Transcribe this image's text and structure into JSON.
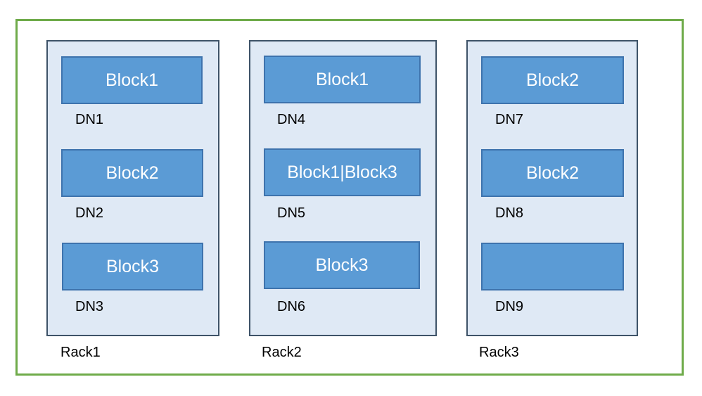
{
  "racks": [
    {
      "label": "Rack1",
      "nodes": [
        {
          "block": "Block1",
          "dn": "DN1"
        },
        {
          "block": "Block2",
          "dn": "DN2"
        },
        {
          "block": "Block3",
          "dn": "DN3"
        }
      ]
    },
    {
      "label": "Rack2",
      "nodes": [
        {
          "block": "Block1",
          "dn": "DN4"
        },
        {
          "block": "Block1|Block3",
          "dn": "DN5"
        },
        {
          "block": "Block3",
          "dn": "DN6"
        }
      ]
    },
    {
      "label": "Rack3",
      "nodes": [
        {
          "block": "Block2",
          "dn": "DN7"
        },
        {
          "block": "Block2",
          "dn": "DN8"
        },
        {
          "block": "",
          "dn": "DN9"
        }
      ]
    }
  ],
  "colors": {
    "cluster_border": "#6fab4a",
    "rack_border": "#3e5368",
    "rack_fill": "#dfe9f5",
    "block_fill": "#5b9bd5",
    "block_border": "#3e73ad",
    "block_text": "#ffffff"
  }
}
